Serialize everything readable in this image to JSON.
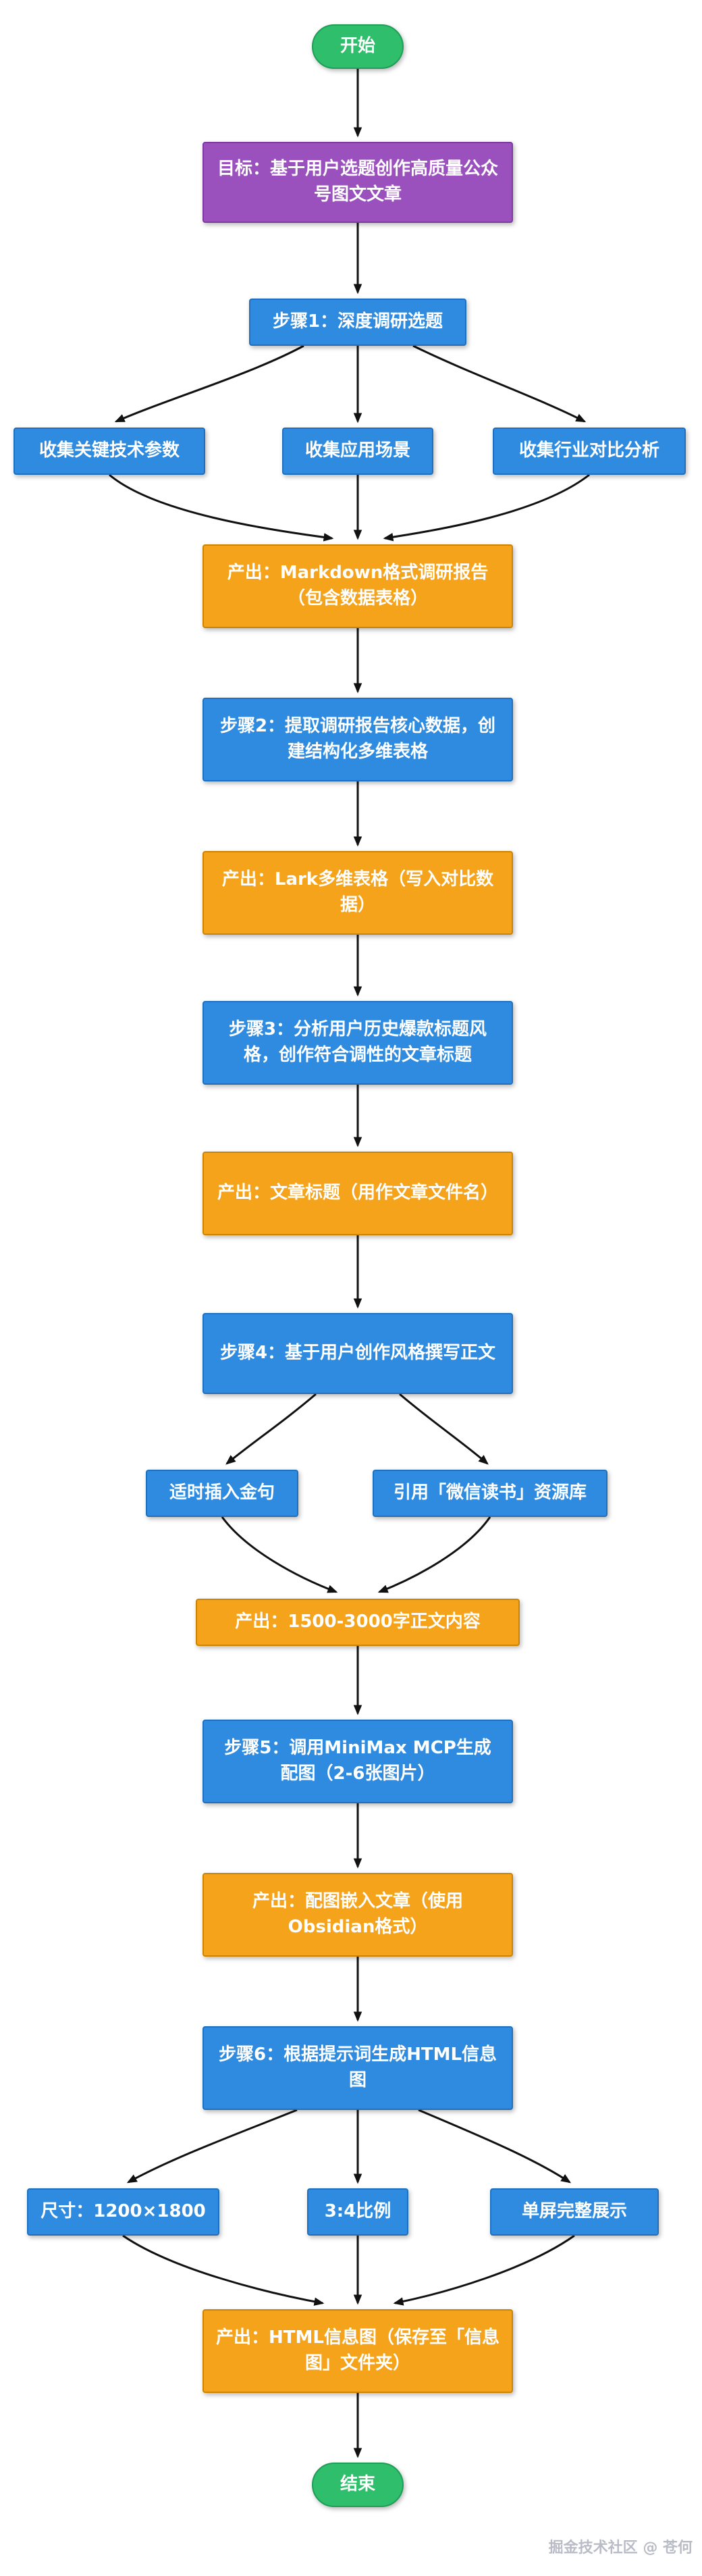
{
  "flow": {
    "start": "开始",
    "goal": "目标：基于用户选题创作高质量公众号图文文章",
    "step1": "步骤1：深度调研选题",
    "step1_branches": [
      "收集关键技术参数",
      "收集应用场景",
      "收集行业对比分析"
    ],
    "out1": "产出：Markdown格式调研报告（包含数据表格）",
    "step2": "步骤2：提取调研报告核心数据，创建结构化多维表格",
    "out2": "产出：Lark多维表格（写入对比数据）",
    "step3": "步骤3：分析用户历史爆款标题风格，创作符合调性的文章标题",
    "out3": "产出：文章标题（用作文章文件名）",
    "step4": "步骤4：基于用户创作风格撰写正文",
    "step4_branches": [
      "适时插入金句",
      "引用「微信读书」资源库"
    ],
    "out4": "产出：1500-3000字正文内容",
    "step5": "步骤5：调用MiniMax MCP生成配图（2-6张图片）",
    "out5": "产出：配图嵌入文章（使用Obsidian格式）",
    "step6": "步骤6：根据提示词生成HTML信息图",
    "step6_branches": [
      "尺寸：1200×1800",
      "3:4比例",
      "单屏完整展示"
    ],
    "out6": "产出：HTML信息图（保存至「信息图」文件夹）",
    "end": "结束"
  },
  "watermark": "掘金技术社区 @ 苍何",
  "colors": {
    "start_end": "#2EBE6C",
    "goal": "#9B51BD",
    "step": "#2E8BE0",
    "output": "#F5A31A",
    "arrow": "#111111"
  }
}
